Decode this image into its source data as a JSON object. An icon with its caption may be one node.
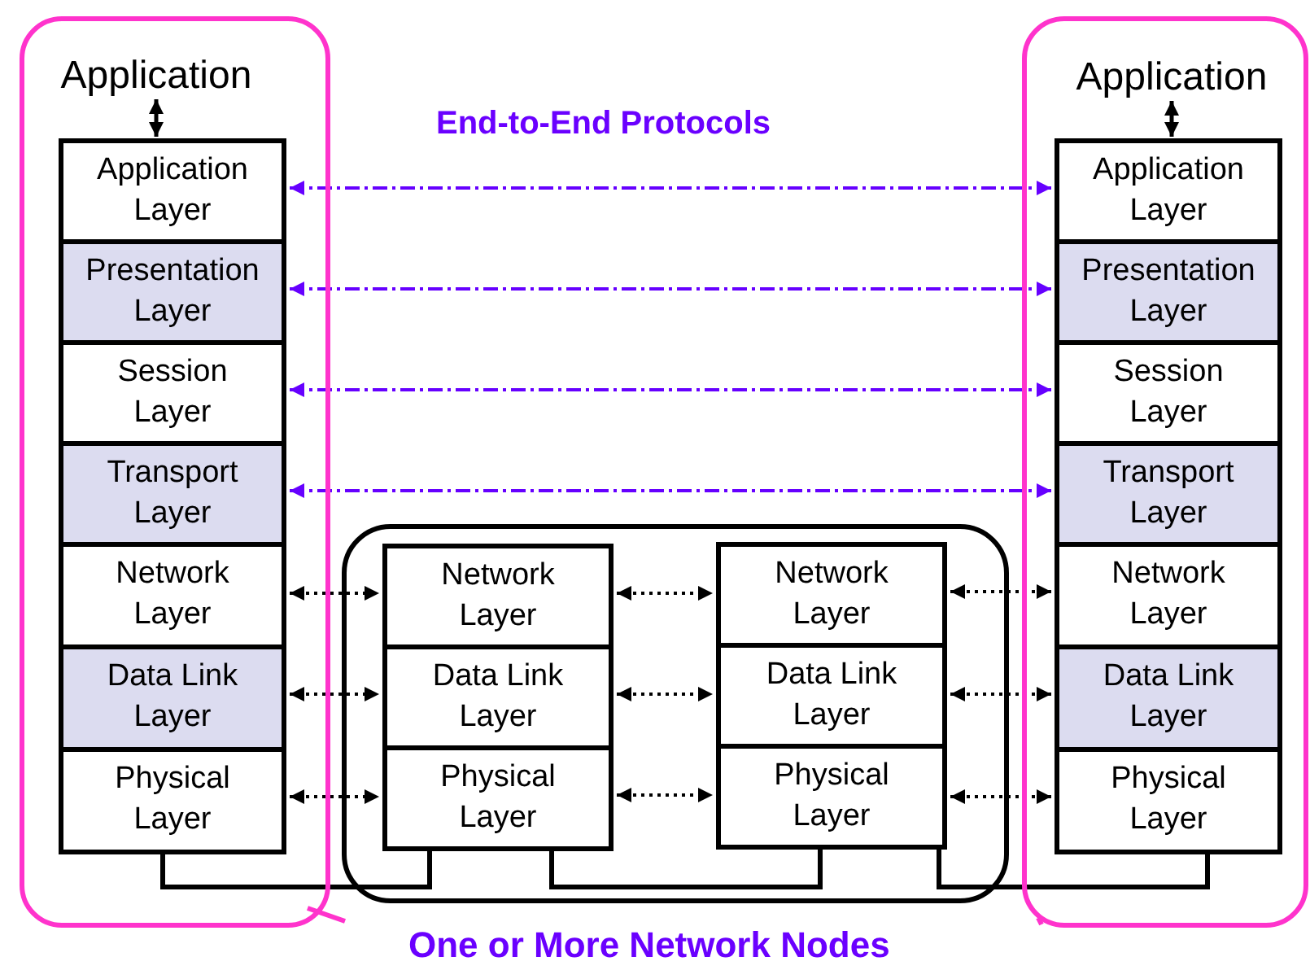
{
  "diagram": {
    "title": "End-to-End Protocols",
    "nodes": [
      {
        "text": [],
        "shape": "box"
      },
      {
        "text": [
          "Application"
        ],
        "in": 0
      },
      {
        "text": [
          "Application Layer"
        ],
        "in": 0
      },
      {
        "text": [
          "Presentation Layer"
        ],
        "in": 0
      },
      {
        "text": [
          "Session Layer"
        ],
        "in": 0
      },
      {
        "text": [
          "Transport Layer"
        ],
        "in": 0
      },
      {
        "text": [
          "Network Layer"
        ],
        "in": 0
      },
      {
        "text": [
          "Data Link Layer"
        ],
        "in": 0
      },
      {
        "text": [
          "Physical Layer"
        ],
        "in": 0
      },
      {
        "text": [],
        "shape": "box"
      },
      {
        "text": [
          "Application"
        ],
        "in": 9
      },
      {
        "text": [
          "Application Layer"
        ],
        "in": 9
      },
      {
        "text": [
          "Presentation Layer"
        ],
        "in": 9
      },
      {
        "text": [
          "Session Layer"
        ],
        "in": 9
      },
      {
        "text": [
          "Transport Layer"
        ],
        "in": 9
      },
      {
        "text": [
          "Network Layer"
        ],
        "in": 9
      },
      {
        "text": [
          "Data Link Layer"
        ],
        "in": 9
      },
      {
        "text": [
          "Physical Layer"
        ],
        "in": 9
      },
      {
        "text": [],
        "shape": "box"
      },
      {
        "text": [
          "Network Layer"
        ],
        "in": 18
      },
      {
        "text": [
          "Data Link Layer"
        ],
        "in": 18
      },
      {
        "text": [
          "Physical Layer"
        ],
        "in": 18
      },
      {
        "text": [
          "Network Layer"
        ],
        "in": 18
      },
      {
        "text": [
          "Data Link Layer"
        ],
        "in": 18
      },
      {
        "text": [
          "Physical Layer"
        ],
        "in": 18
      }
    ],
    "edges": [
      {
        "from": 1,
        "to": 2,
        "arrow": "both"
      },
      {
        "from": 10,
        "to": 11,
        "arrow": "both"
      },
      {
        "from": 2,
        "to": 11,
        "arrow": "both",
        "style": "dashed",
        "color": "#6600ff"
      },
      {
        "from": 3,
        "to": 12,
        "arrow": "both",
        "style": "dashed",
        "color": "#6600ff"
      },
      {
        "from": 4,
        "to": 13,
        "arrow": "both",
        "style": "dashed",
        "color": "#6600ff"
      },
      {
        "from": 5,
        "to": 14,
        "arrow": "both",
        "style": "dashed",
        "color": "#6600ff"
      },
      {
        "from": 6,
        "to": 19,
        "arrow": "both",
        "style": "dashed"
      },
      {
        "from": 19,
        "to": 22,
        "arrow": "both",
        "style": "dashed"
      },
      {
        "from": 22,
        "to": 15,
        "arrow": "both",
        "style": "dashed"
      },
      {
        "from": 7,
        "to": 20,
        "arrow": "both",
        "style": "dashed"
      },
      {
        "from": 20,
        "to": 23,
        "arrow": "both",
        "style": "dashed"
      },
      {
        "from": 23,
        "to": 16,
        "arrow": "both",
        "style": "dashed"
      },
      {
        "from": 8,
        "to": 21,
        "arrow": "both",
        "style": "dashed"
      },
      {
        "from": 21,
        "to": 24,
        "arrow": "both",
        "style": "dashed"
      },
      {
        "from": 24,
        "to": 17,
        "arrow": "both",
        "style": "dashed"
      },
      {
        "from": 8,
        "to": 21,
        "arrow": "none"
      },
      {
        "from": 21,
        "to": 24,
        "arrow": "none"
      },
      {
        "from": 24,
        "to": 17,
        "arrow": "none"
      },
      {
        "from": null,
        "to": 0,
        "arrow": "none",
        "color": "#ff33cc"
      },
      {
        "from": null,
        "to": 9,
        "arrow": "none",
        "color": "#ff33cc"
      }
    ],
    "labels": [
      "One or More Network Nodes"
    ]
  }
}
